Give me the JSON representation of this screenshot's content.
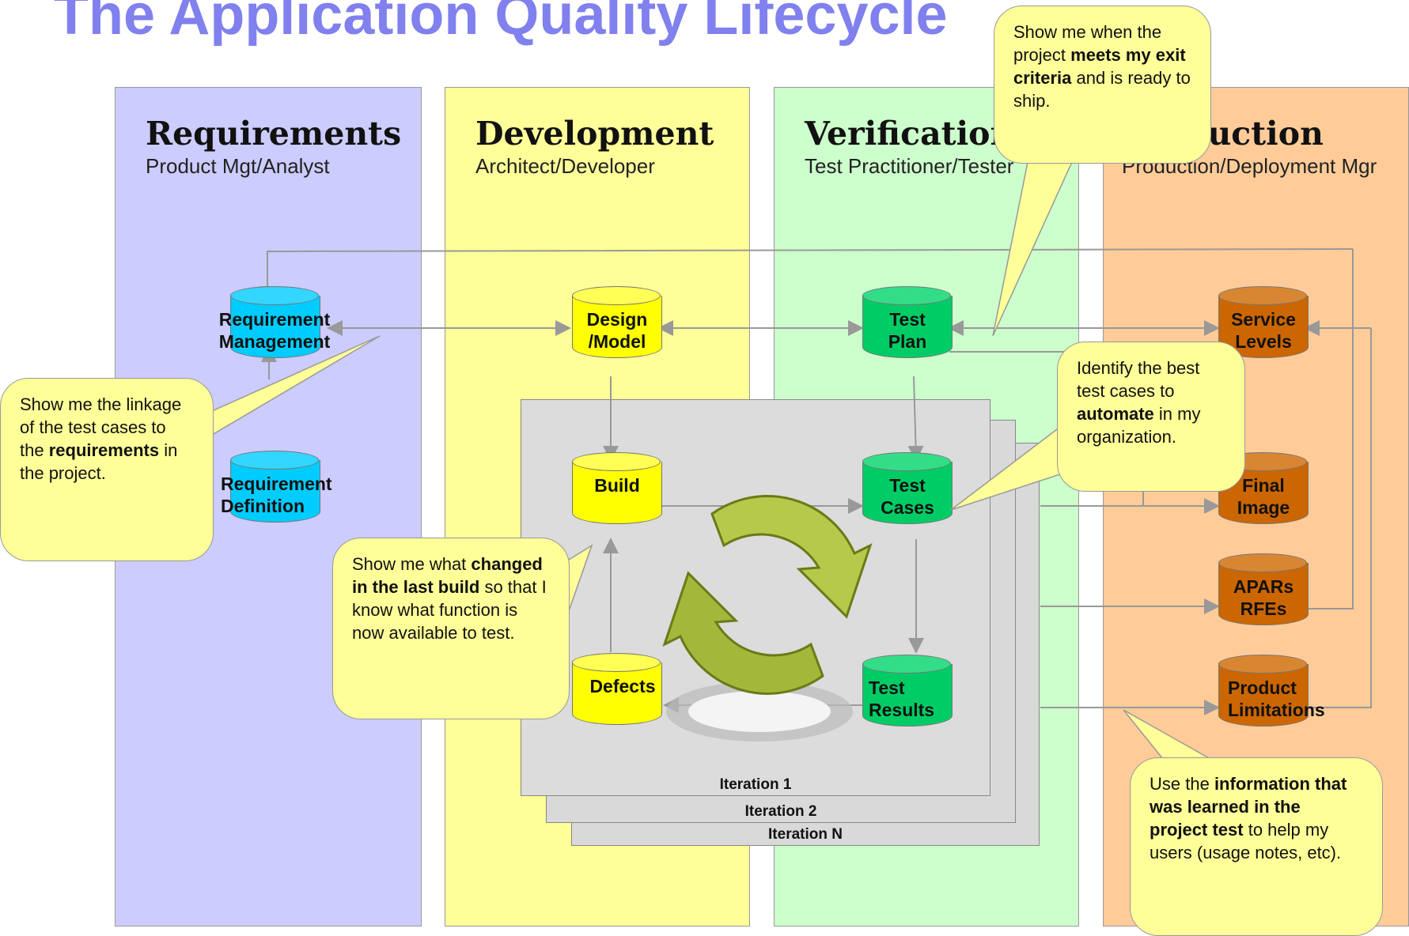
{
  "title": "The Application Quality Lifecycle",
  "lanes": [
    {
      "heading": "Requirements",
      "role": "Product Mgt/Analyst",
      "color": "#ccccff"
    },
    {
      "heading": "Development",
      "role": "Architect/Developer",
      "color": "#ffff99"
    },
    {
      "heading": "Verification",
      "role": "Test Practitioner/Tester",
      "color": "#ccffcc"
    },
    {
      "heading": "Production",
      "role": "Production/Deployment Mgr",
      "color": "#ffcc99"
    }
  ],
  "iterations": [
    "Iteration 1",
    "Iteration 2",
    "Iteration N"
  ],
  "nodes": {
    "req_mgmt": {
      "label": "Requirement\nManagement",
      "color": "#00ccff"
    },
    "req_def": {
      "label": "Requirement\nDefinition",
      "color": "#00ccff"
    },
    "design": {
      "label": "Design\n/Model",
      "color": "#ffff00"
    },
    "build": {
      "label": "Build",
      "color": "#ffff00"
    },
    "defects": {
      "label": "Defects",
      "color": "#ffff00"
    },
    "test_plan": {
      "label": "Test\nPlan",
      "color": "#00cc66"
    },
    "test_cases": {
      "label": "Test\nCases",
      "color": "#00cc66"
    },
    "test_results": {
      "label": "Test\nResults",
      "color": "#00cc66"
    },
    "service_levels": {
      "label": "Service\nLevels",
      "color": "#cc6600"
    },
    "final_image": {
      "label": "Final\nImage",
      "color": "#cc6600"
    },
    "apars": {
      "label": "APARs\nRFEs",
      "color": "#cc6600"
    },
    "product_limitations": {
      "label": "Product\nLimitations",
      "color": "#cc6600"
    }
  },
  "callouts": {
    "exit_criteria": {
      "pre": "Show me when the project ",
      "bold": "meets my exit criteria",
      "post": " and is ready to ship."
    },
    "linkage": {
      "pre": "Show me the linkage of the test cases to the ",
      "bold": "requirements",
      "post": " in the project."
    },
    "changed": {
      "pre": "Show me what ",
      "bold": "changed in the last build",
      "post": " so that I know what function is now available to test."
    },
    "automate": {
      "pre": "Identify the best test cases to ",
      "bold": "automate",
      "post": " in my organization."
    },
    "information": {
      "pre": "Use the ",
      "bold": "information that was learned in the project test",
      "post": " to help my users (usage notes, etc)."
    }
  }
}
